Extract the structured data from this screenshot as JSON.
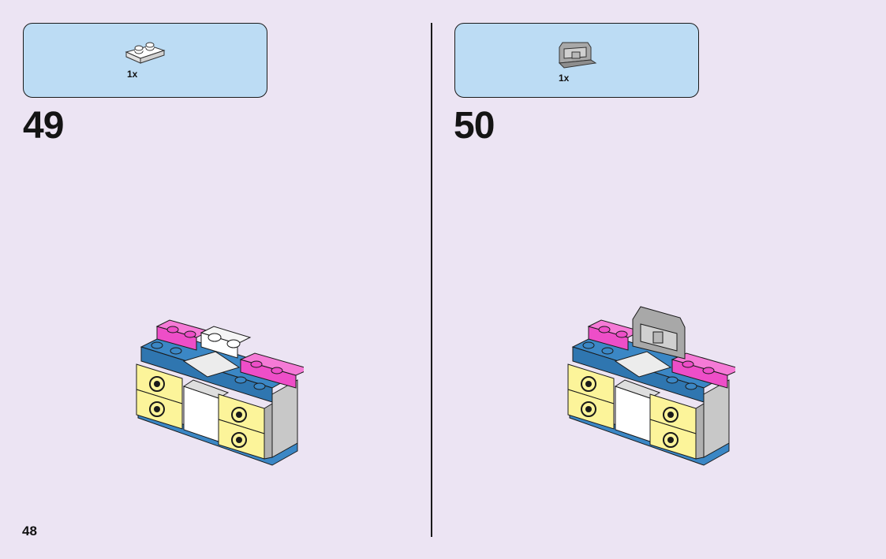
{
  "page_number": "48",
  "steps": [
    {
      "number": "49",
      "part_quantity": "1x",
      "part_icon": "white-2x1-plate-icon",
      "model_icon": "desk-with-drawers-step-49-illustration"
    },
    {
      "number": "50",
      "part_quantity": "1x",
      "part_icon": "grey-laptop-screen-bracket-icon",
      "model_icon": "desk-with-laptop-step-50-illustration"
    }
  ],
  "colors": {
    "background": "#ece4f3",
    "callout": "#bcdcf4",
    "blue_brick": "#3b87c5",
    "pink_brick": "#ee4ec8",
    "yellow_drawer": "#fcf49a",
    "grey_brick": "#c8c8c8"
  }
}
